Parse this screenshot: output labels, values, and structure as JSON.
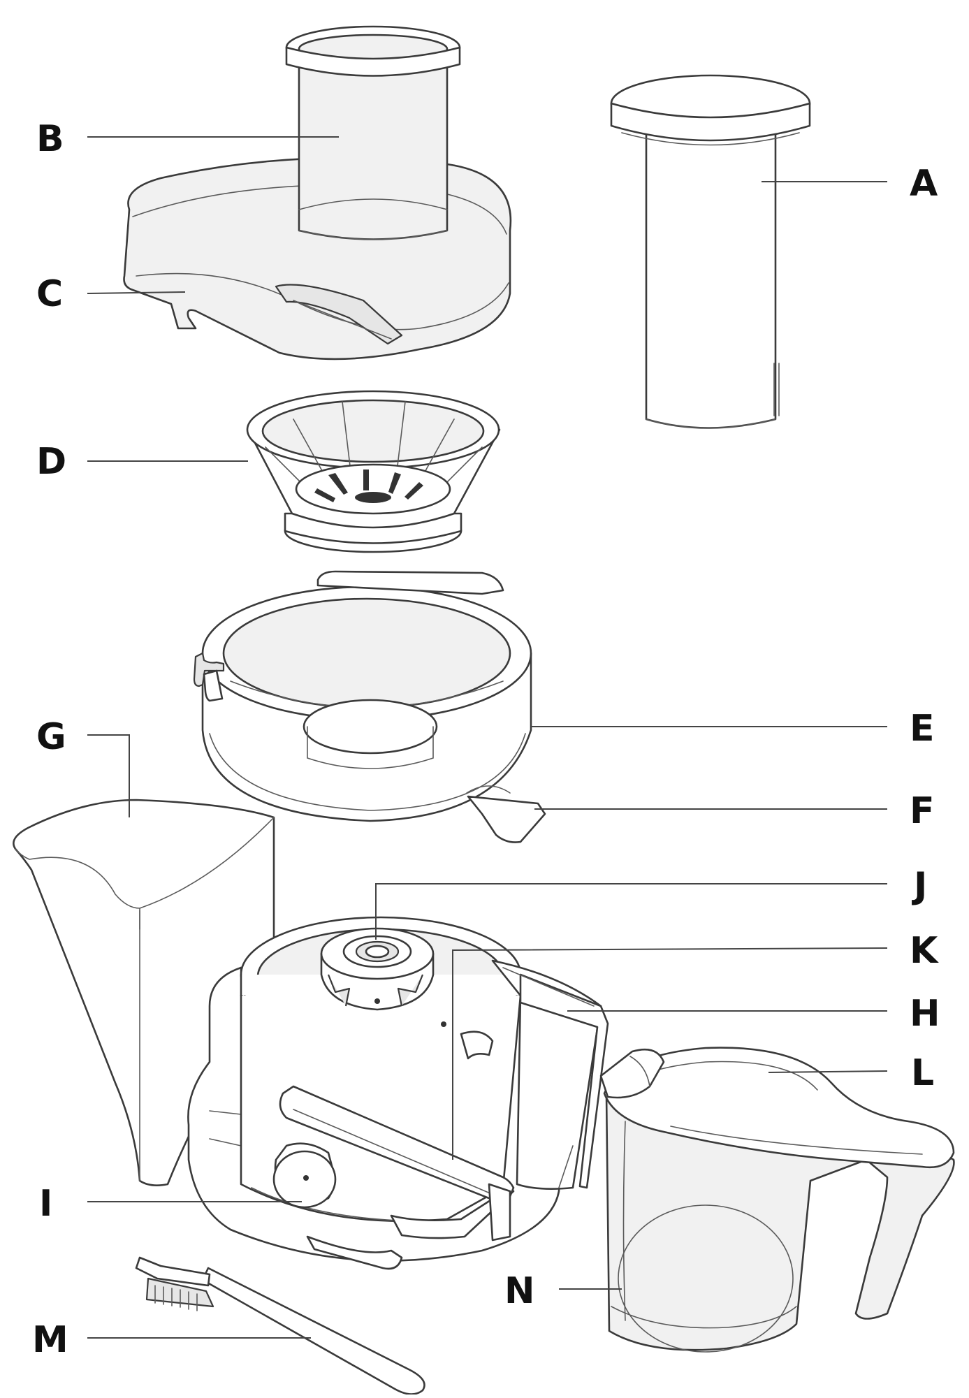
{
  "diagram": {
    "labels": {
      "A": "A",
      "B": "B",
      "C": "C",
      "D": "D",
      "E": "E",
      "F": "F",
      "G": "G",
      "H": "H",
      "I": "I",
      "J": "J",
      "K": "K",
      "L": "L",
      "M": "M",
      "N": "N"
    },
    "colors": {
      "line": "#3a3a3a",
      "text": "#111111",
      "fill": "#ffffff",
      "tint": "#f1f1f1"
    }
  }
}
